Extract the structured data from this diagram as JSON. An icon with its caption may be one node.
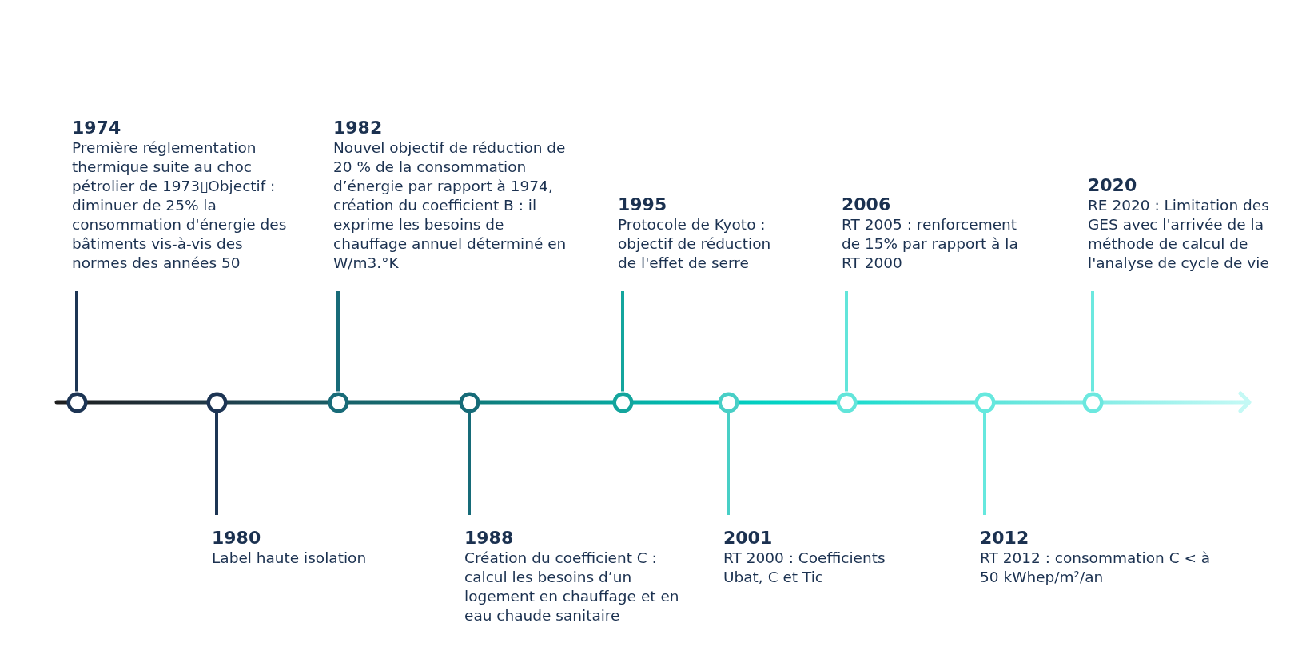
{
  "diagram": {
    "nodes": [
      {
        "text": [
          "1974",
          "Première réglementation thermique suite au choc pétrolier de 1973▯Objectif : diminuer de 25% la consommation d'énergie des bâtiments vis-à-vis des normes des années 50"
        ]
      },
      {
        "text": [
          "1980",
          "Label haute isolation"
        ]
      },
      {
        "text": [
          "1982",
          "Nouvel objectif de réduction de 20 % de la consommation d’énergie par rapport à 1974, création du coefficient B : il exprime les besoins de chauffage annuel déterminé en W/m3.°K"
        ]
      },
      {
        "text": [
          "1988",
          "Création du coefficient C : calcul les besoins d’un logement en chauffage et en eau chaude sanitaire"
        ]
      },
      {
        "text": [
          "1995",
          "Protocole de Kyoto : objectif de réduction de l'effet de serre"
        ]
      },
      {
        "text": [
          "2001",
          "RT 2000 : Coefficients Ubat, C et Tic"
        ]
      },
      {
        "text": [
          "2006",
          "RT 2005 : renforcement de 15% par rapport à la RT 2000"
        ]
      },
      {
        "text": [
          "2012",
          "RT 2012 : consommation C < à 50 kWhep/m²/an"
        ]
      },
      {
        "text": [
          "2020",
          "RE 2020 : Limitation des GES avec l'arrivée de la méthode de calcul de l'analyse de cycle de vie"
        ]
      },
      {
        "text": [],
        "shape": "circle"
      },
      {
        "text": [],
        "shape": "circle"
      },
      {
        "text": [],
        "shape": "circle"
      },
      {
        "text": [],
        "shape": "circle"
      },
      {
        "text": [],
        "shape": "circle"
      },
      {
        "text": [],
        "shape": "circle"
      },
      {
        "text": [],
        "shape": "circle"
      },
      {
        "text": [],
        "shape": "circle"
      },
      {
        "text": [],
        "shape": "circle"
      }
    ],
    "edges": [
      {
        "from": 0,
        "to": 9,
        "arrow": "none",
        "color": "#1d3554"
      },
      {
        "from": 1,
        "to": 10,
        "arrow": "none",
        "color": "#1d3554"
      },
      {
        "from": 2,
        "to": 11,
        "arrow": "none",
        "color": "#186b78"
      },
      {
        "from": 3,
        "to": 12,
        "arrow": "none",
        "color": "#166b78"
      },
      {
        "from": 4,
        "to": 13,
        "arrow": "none",
        "color": "#14a59d"
      },
      {
        "from": 5,
        "to": 14,
        "arrow": "none",
        "color": "#48cfc6"
      },
      {
        "from": 6,
        "to": 15,
        "arrow": "none",
        "color": "#62e5da"
      },
      {
        "from": 7,
        "to": 16,
        "arrow": "none",
        "color": "#66e8de"
      },
      {
        "from": 8,
        "to": 17,
        "arrow": "none",
        "color": "#6ce8df"
      }
    ]
  }
}
